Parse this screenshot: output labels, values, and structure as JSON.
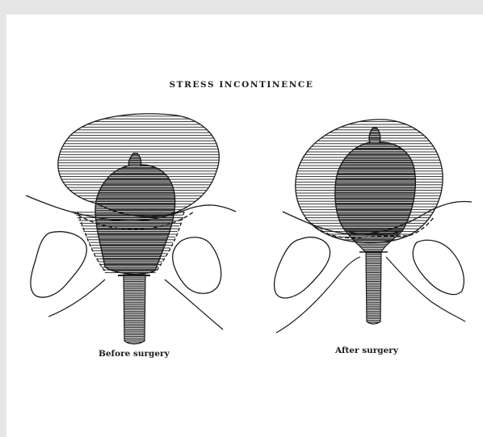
{
  "diagram": {
    "title": "STRESS INCONTINENCE",
    "panels": [
      {
        "caption": "Before surgery"
      },
      {
        "caption": "After surgery"
      }
    ],
    "colors": {
      "ink": "#1a1a1a",
      "frame": "#e6e6e6",
      "paper": "#ffffff"
    }
  }
}
